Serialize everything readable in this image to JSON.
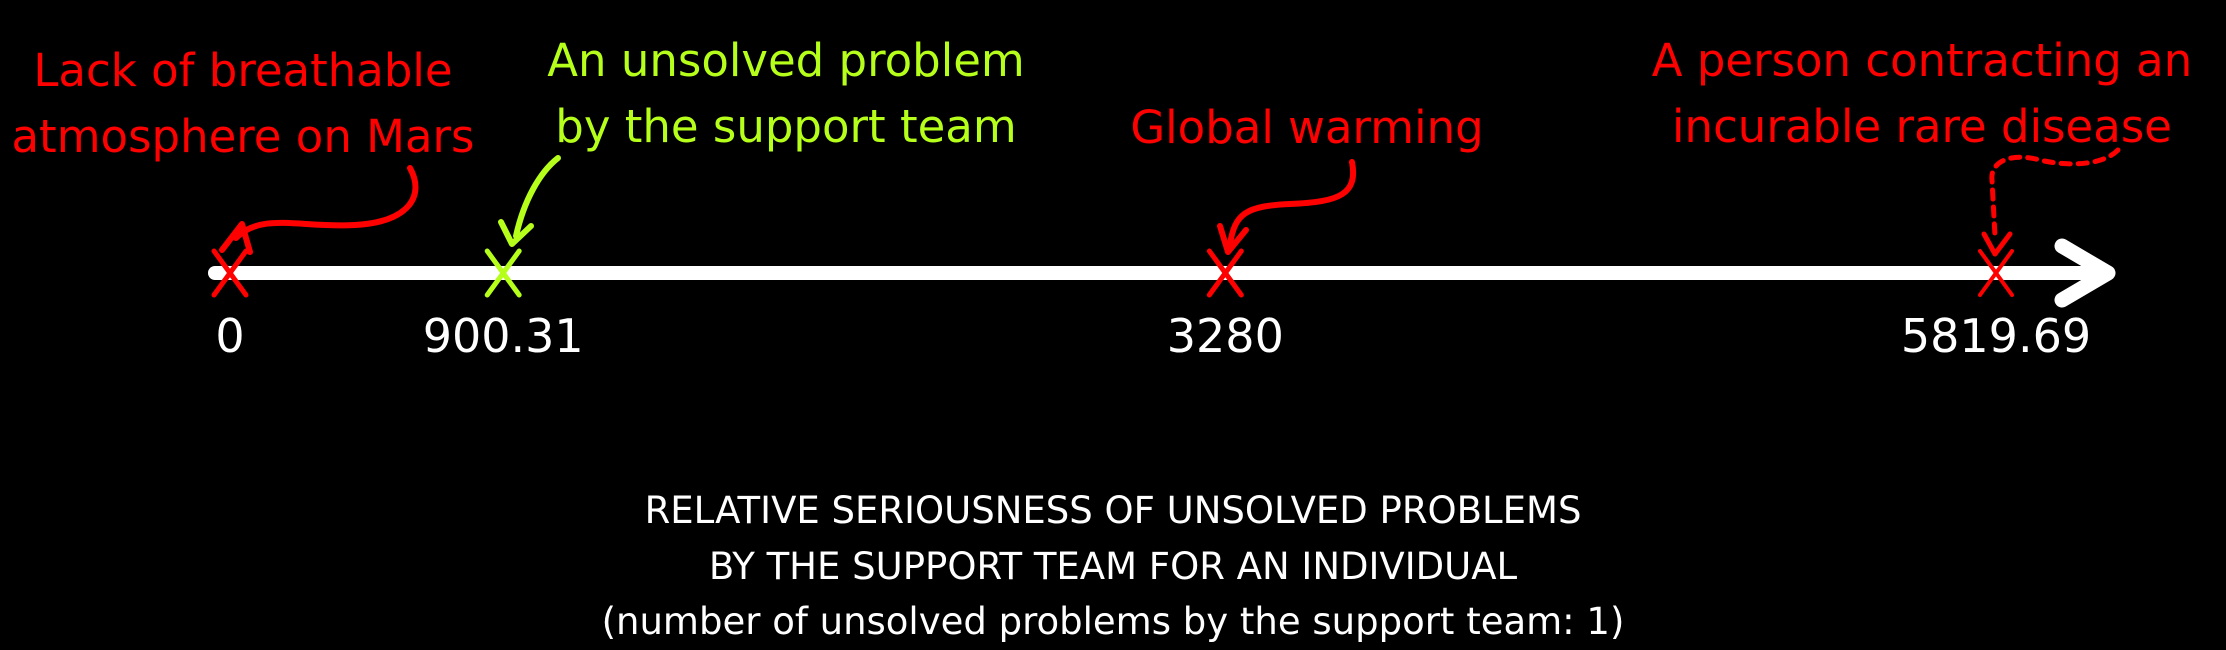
{
  "chart_data": {
    "type": "number-line",
    "title_lines": [
      "RELATIVE SERIOUSNESS OF UNSOLVED PROBLEMS",
      "BY THE SUPPORT TEAM FOR AN INDIVIDUAL",
      "(number of unsolved problems by the support team: 1)"
    ],
    "points": [
      {
        "value": 0,
        "tick_label": "0",
        "label_lines": [
          "Lack of breathable",
          "atmosphere on Mars"
        ],
        "color": "#ff0000",
        "arrow_style": "solid"
      },
      {
        "value": 900.31,
        "tick_label": "900.31",
        "label_lines": [
          "An unsolved problem",
          "by the support team"
        ],
        "color": "#b5ff1a",
        "arrow_style": "solid"
      },
      {
        "value": 3280,
        "tick_label": "3280",
        "label_lines": [
          "Global warming"
        ],
        "color": "#ff0000",
        "arrow_style": "solid"
      },
      {
        "value": 5819.69,
        "tick_label": "5819.69",
        "label_lines": [
          "A person contracting an",
          "incurable rare disease"
        ],
        "color": "#ff0000",
        "arrow_style": "dashed"
      }
    ],
    "axis_color": "#ffffff"
  }
}
